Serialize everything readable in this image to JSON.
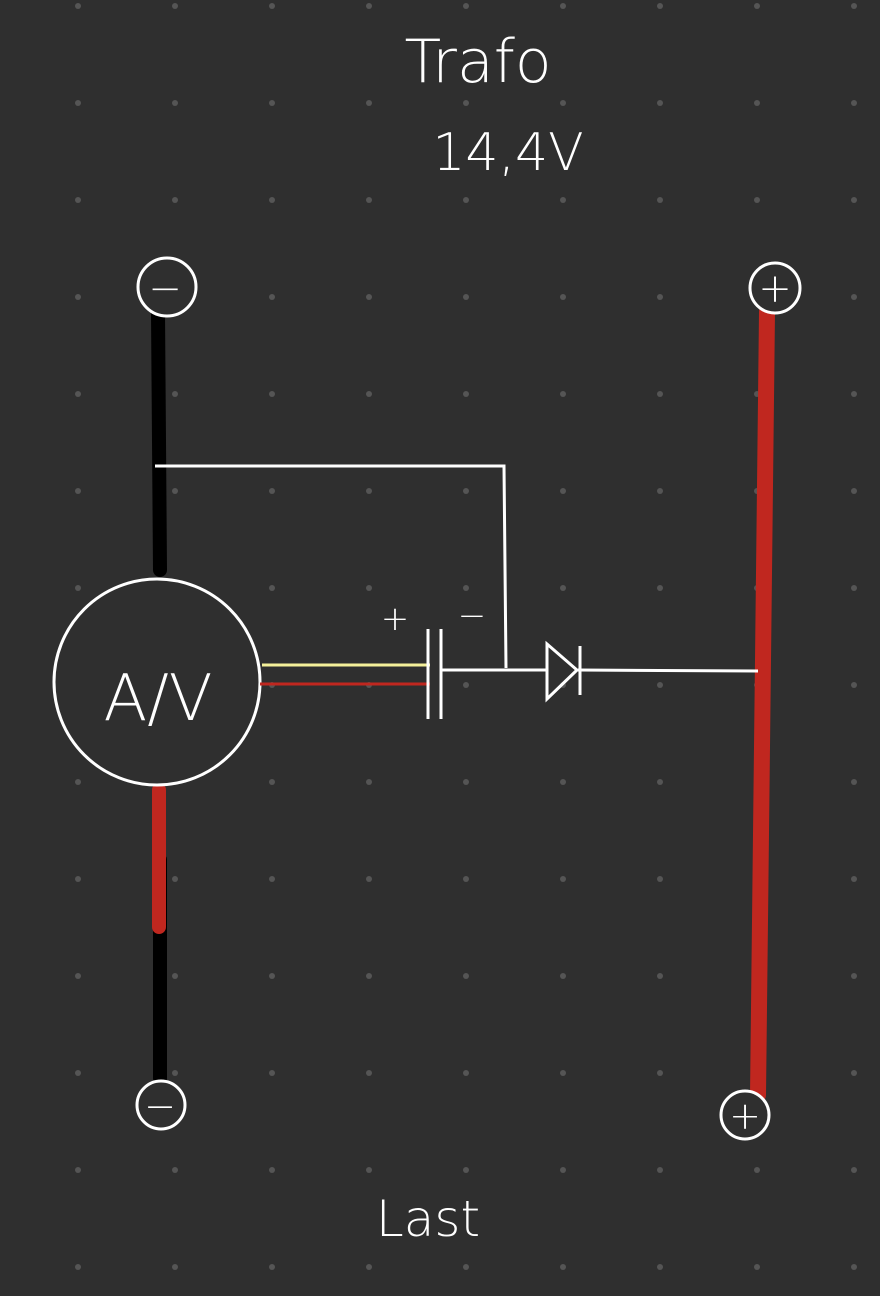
{
  "title": {
    "line1": "Trafo",
    "line2": "14,4V"
  },
  "meter": {
    "label": "A/V"
  },
  "capacitor": {
    "plus": "+",
    "minus": "−"
  },
  "terminals": {
    "top_left": "−",
    "top_right": "+",
    "bottom_left": "−",
    "bottom_right": "+"
  },
  "footer": {
    "label": "Last"
  },
  "colors": {
    "background": "#2f2f2f",
    "grid_dot": "#555555",
    "wire_red": "#c0271f",
    "wire_black": "#000000",
    "wire_white": "#ffffff",
    "wire_yellow": "#f4f09a"
  }
}
